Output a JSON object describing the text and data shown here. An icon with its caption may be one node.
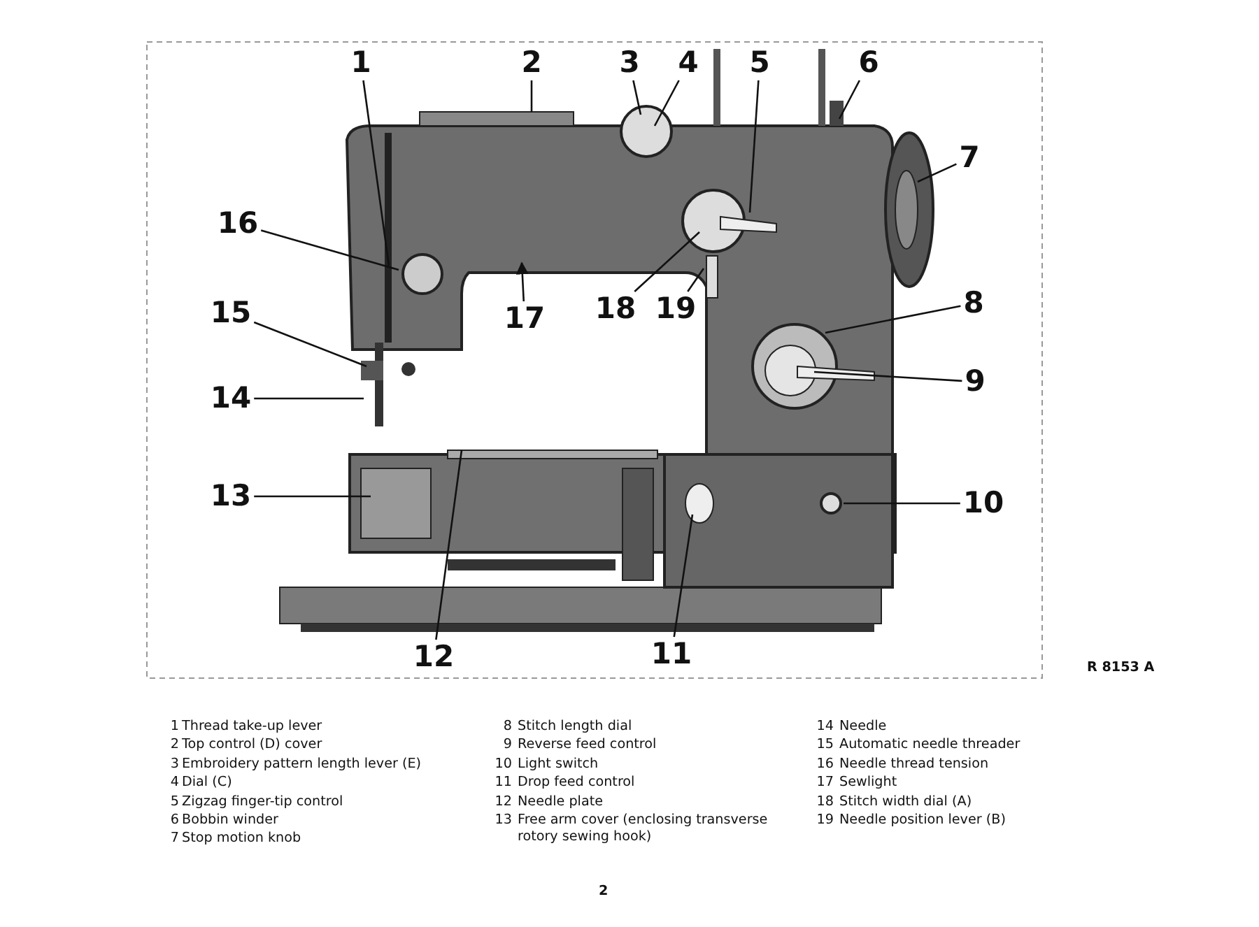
{
  "diagram": {
    "nodes": [
      {
        "text": [
          "1"
        ]
      },
      {
        "text": [
          "2"
        ]
      },
      {
        "text": [
          "3"
        ]
      },
      {
        "text": [
          "4"
        ]
      },
      {
        "text": [
          "5"
        ]
      },
      {
        "text": [
          "6"
        ]
      },
      {
        "text": [
          "7"
        ]
      },
      {
        "text": [
          "8"
        ]
      },
      {
        "text": [
          "9"
        ]
      },
      {
        "text": [
          "10"
        ]
      },
      {
        "text": [
          "11"
        ]
      },
      {
        "text": [
          "12"
        ]
      },
      {
        "text": [
          "13"
        ]
      },
      {
        "text": [
          "14"
        ]
      },
      {
        "text": [
          "15"
        ]
      },
      {
        "text": [
          "16"
        ]
      },
      {
        "text": [
          "17"
        ]
      },
      {
        "text": [
          "18"
        ]
      },
      {
        "text": [
          "19"
        ]
      }
    ],
    "edges": [
      {
        "from": 0,
        "to": null,
        "arrow": "none"
      },
      {
        "from": 1,
        "to": null,
        "arrow": "none"
      },
      {
        "from": 2,
        "to": null,
        "arrow": "none"
      },
      {
        "from": 3,
        "to": null,
        "arrow": "none"
      },
      {
        "from": 4,
        "to": null,
        "arrow": "none"
      },
      {
        "from": 5,
        "to": null,
        "arrow": "none"
      },
      {
        "from": 6,
        "to": null,
        "arrow": "none"
      },
      {
        "from": 7,
        "to": null,
        "arrow": "none"
      },
      {
        "from": 8,
        "to": null,
        "arrow": "none"
      },
      {
        "from": 9,
        "to": null,
        "arrow": "none"
      },
      {
        "from": 10,
        "to": null,
        "arrow": "none"
      },
      {
        "from": 11,
        "to": null,
        "arrow": "none"
      },
      {
        "from": 12,
        "to": null,
        "arrow": "none"
      },
      {
        "from": 13,
        "to": null,
        "arrow": "none"
      },
      {
        "from": 14,
        "to": null,
        "arrow": "none"
      },
      {
        "from": 15,
        "to": null,
        "arrow": "none"
      },
      {
        "from": 16,
        "to": null,
        "arrow": "to"
      },
      {
        "from": 17,
        "to": null,
        "arrow": "none"
      },
      {
        "from": 18,
        "to": null,
        "arrow": "none"
      }
    ],
    "labels": [
      "1",
      "Thread take-up lever",
      "2",
      "Top control (D) cover",
      "3",
      "Embroidery pattern length lever (E)",
      "4",
      "Dial (C)",
      "5",
      "Zigzag finger-tip control",
      "6",
      "Bobbin winder",
      "7",
      "Stop motion knob",
      "8",
      "Stitch length dial",
      "9",
      "Reverse feed control",
      "10",
      "Light switch",
      "11",
      "Drop feed control",
      "12",
      "Needle plate",
      "13",
      "Free arm cover (enclosing transverse rotory sewing hook)",
      "14",
      "Needle",
      "15",
      "Automatic needle threader",
      "16",
      "Needle thread tension",
      "17",
      "Sewlight",
      "18",
      "Stitch width dial (A)",
      "19",
      "Needle position lever (B)",
      "R 8153 A",
      "2"
    ]
  }
}
